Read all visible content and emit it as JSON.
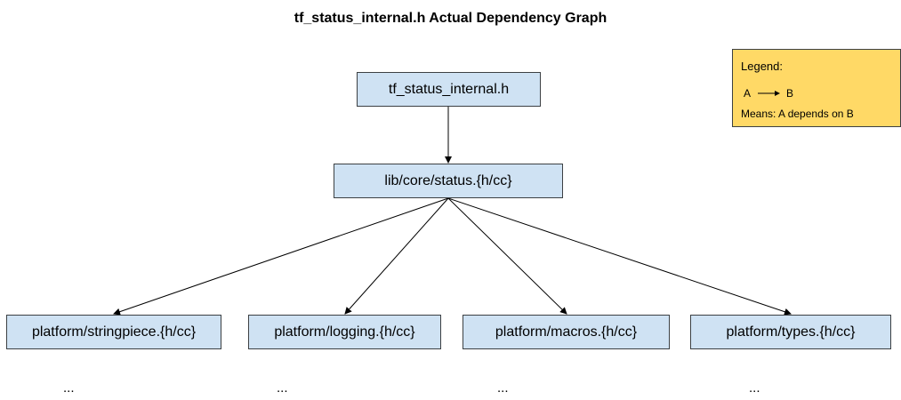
{
  "title": "tf_status_internal.h Actual Dependency Graph",
  "nodes": {
    "root": "tf_status_internal.h",
    "status": "lib/core/status.{h/cc}",
    "stringpiece": "platform/stringpiece.{h/cc}",
    "logging": "platform/logging.{h/cc}",
    "macros": "platform/macros.{h/cc}",
    "types": "platform/types.{h/cc}"
  },
  "ellipsis": "...",
  "legend": {
    "title": "Legend:",
    "a": "A",
    "b": "B",
    "means": "Means:  A depends on B"
  },
  "colors": {
    "node_fill": "#cfe2f3",
    "legend_fill": "#ffd966",
    "border": "#3c4043"
  }
}
